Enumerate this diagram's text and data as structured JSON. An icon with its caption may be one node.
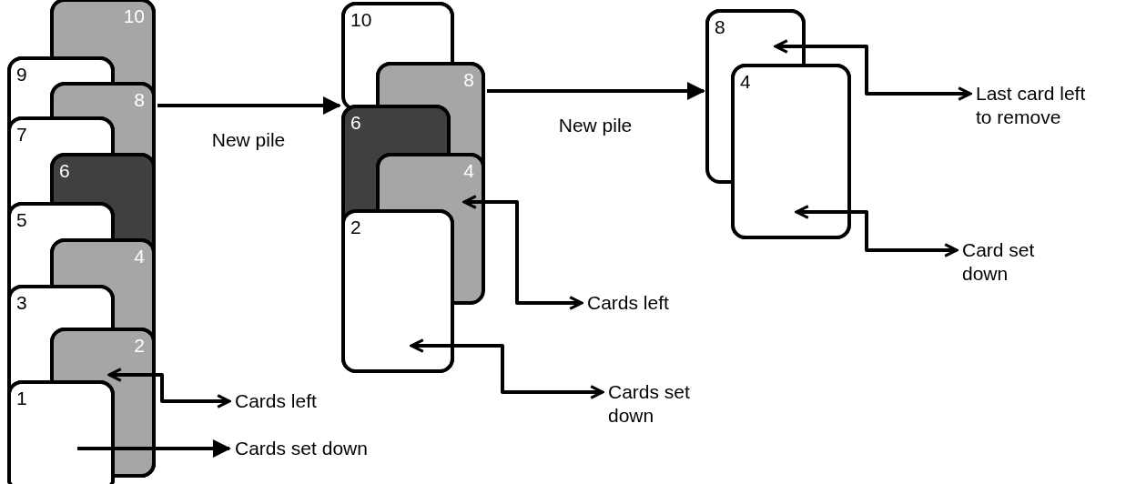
{
  "diagram": {
    "nodes": [
      {
        "text": [
          "10"
        ]
      },
      {
        "text": [
          "9"
        ]
      },
      {
        "text": [
          "8"
        ]
      },
      {
        "text": [
          "7"
        ]
      },
      {
        "text": [
          "6"
        ]
      },
      {
        "text": [
          "5"
        ]
      },
      {
        "text": [
          "4"
        ]
      },
      {
        "text": [
          "3"
        ]
      },
      {
        "text": [
          "2"
        ]
      },
      {
        "text": [
          "1"
        ]
      },
      {
        "text": [
          "10"
        ]
      },
      {
        "text": [
          "8"
        ]
      },
      {
        "text": [
          "6"
        ]
      },
      {
        "text": [
          "4"
        ]
      },
      {
        "text": [
          "2"
        ]
      },
      {
        "text": [
          "8"
        ]
      },
      {
        "text": [
          "4"
        ]
      },
      {
        "text": [
          "Cards left"
        ]
      },
      {
        "text": [
          "Cards set down"
        ]
      },
      {
        "text": [
          "Cards left"
        ]
      },
      {
        "text": [
          "Cards set down"
        ]
      },
      {
        "text": [
          "Last card left to remove"
        ]
      },
      {
        "text": [
          "Card set down"
        ]
      }
    ],
    "edges": [
      {
        "from": 2,
        "to": 12,
        "arrow": "to",
        "label": "New pile"
      },
      {
        "from": 11,
        "to": 15,
        "arrow": "to",
        "label": "New pile"
      },
      {
        "from": 17,
        "to": 8,
        "arrow": "both"
      },
      {
        "from": 9,
        "to": 18,
        "arrow": "to"
      },
      {
        "from": 19,
        "to": 13,
        "arrow": "both"
      },
      {
        "from": 20,
        "to": 14,
        "arrow": "both"
      },
      {
        "from": 21,
        "to": 15,
        "arrow": "both"
      },
      {
        "from": 22,
        "to": 16,
        "arrow": "both"
      }
    ]
  }
}
